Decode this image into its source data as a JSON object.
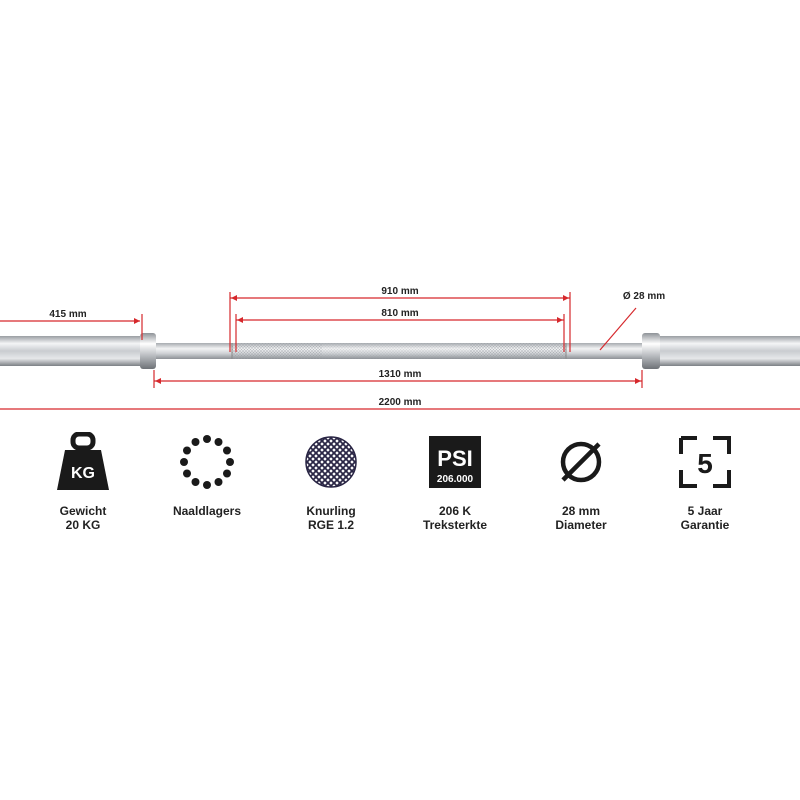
{
  "dimensions": {
    "sleeve": "415 mm",
    "outer_knurl": "910 mm",
    "inner_knurl": "810 mm",
    "diameter": "Ø 28 mm",
    "shaft": "1310 mm",
    "total": "2200 mm"
  },
  "colors": {
    "dimension_line": "#d6282c",
    "icon": "#1a1a1a",
    "text": "#222222"
  },
  "features": [
    {
      "icon": "kettlebell-icon",
      "icon_text": "KG",
      "line1": "Gewicht",
      "line2": "20 KG"
    },
    {
      "icon": "needle-bearing-icon",
      "line1": "Naaldlagers",
      "line2": ""
    },
    {
      "icon": "knurling-icon",
      "line1": "Knurling",
      "line2": "RGE 1.2"
    },
    {
      "icon": "psi-badge-icon",
      "icon_text_top": "PSI",
      "icon_text_bottom": "206.000",
      "line1": "206 K",
      "line2": "Treksterkte"
    },
    {
      "icon": "diameter-icon",
      "line1": "28 mm",
      "line2": "Diameter"
    },
    {
      "icon": "warranty-icon",
      "icon_text": "5",
      "line1": "5 Jaar",
      "line2": "Garantie"
    }
  ]
}
